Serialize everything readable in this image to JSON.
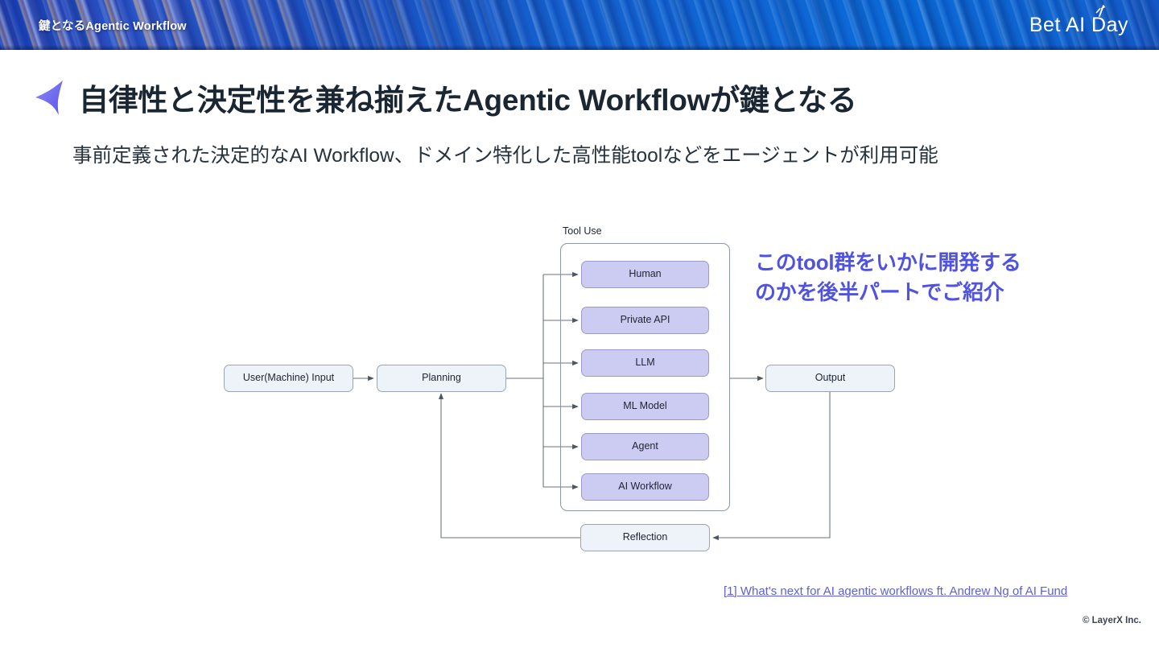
{
  "header": {
    "kicker": "鍵となるAgentic Workflow",
    "brand": "Bet AI Day",
    "brand_spark_icon": "spark-icon",
    "gradient_start": "#1840b8",
    "gradient_end": "#0a6ad8"
  },
  "slide": {
    "star_icon": "four-point-star-icon",
    "title": "自律性と決定性を兼ね揃えたAgentic Workflowが鍵となる",
    "subtitle": "事前定義された決定的なAI Workflow、ドメイン特化した高性能toolなどをエージェントが利用可能",
    "title_color": "#1a2733"
  },
  "diagram": {
    "tool_group_label": "Tool Use",
    "flow_nodes": [
      {
        "id": "user-input",
        "label": "User(Machine) Input"
      },
      {
        "id": "planning",
        "label": "Planning"
      },
      {
        "id": "output",
        "label": "Output"
      },
      {
        "id": "reflection",
        "label": "Reflection"
      }
    ],
    "tool_nodes": [
      {
        "id": "human",
        "label": "Human"
      },
      {
        "id": "private-api",
        "label": "Private API"
      },
      {
        "id": "llm",
        "label": "LLM"
      },
      {
        "id": "ml-model",
        "label": "ML Model"
      },
      {
        "id": "agent",
        "label": "Agent"
      },
      {
        "id": "ai-workflow",
        "label": "AI Workflow"
      }
    ],
    "flow_node_fill": "#eef3fa",
    "tool_node_fill": "#ccccf2",
    "edge_color": "#6b7280"
  },
  "annotation": {
    "line1": "このtool群をいかに開発する",
    "line2": "のかを後半パートでご紹介",
    "color": "#4f53e0"
  },
  "footer": {
    "footnote": "[1] What's next for AI agentic workflows ft. Andrew Ng of AI Fund",
    "copyright": "© LayerX Inc."
  }
}
